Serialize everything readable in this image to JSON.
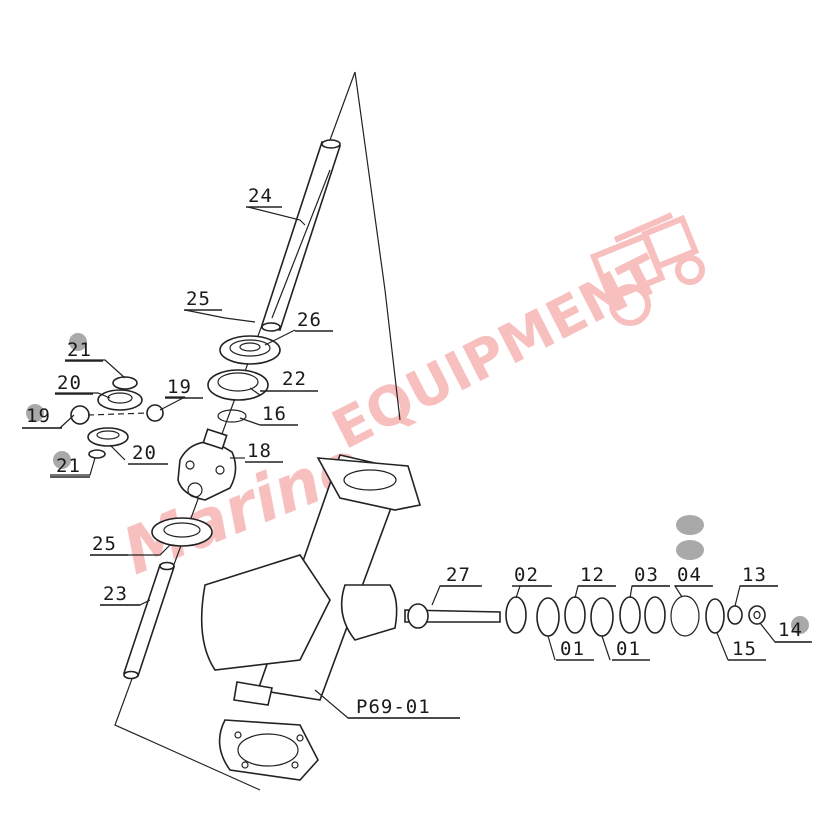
{
  "watermark": {
    "brand_script": "Marino",
    "brand_main": "EQUIPMENT",
    "color": "#f28a8a"
  },
  "callouts": [
    {
      "id": "c24",
      "label": "24"
    },
    {
      "id": "c25a",
      "label": "25"
    },
    {
      "id": "c26",
      "label": "26"
    },
    {
      "id": "c21a",
      "label": "21"
    },
    {
      "id": "c20a",
      "label": "20"
    },
    {
      "id": "c19a",
      "label": "19"
    },
    {
      "id": "c22",
      "label": "22"
    },
    {
      "id": "c19b",
      "label": "19"
    },
    {
      "id": "c16",
      "label": "16"
    },
    {
      "id": "c18",
      "label": "18"
    },
    {
      "id": "c20b",
      "label": "20"
    },
    {
      "id": "c21b",
      "label": "21"
    },
    {
      "id": "c25b",
      "label": "25"
    },
    {
      "id": "c23",
      "label": "23"
    },
    {
      "id": "c27",
      "label": "27"
    },
    {
      "id": "c02",
      "label": "02"
    },
    {
      "id": "c12",
      "label": "12"
    },
    {
      "id": "c03",
      "label": "03"
    },
    {
      "id": "c04",
      "label": "04"
    },
    {
      "id": "c13",
      "label": "13"
    },
    {
      "id": "c14",
      "label": "14"
    },
    {
      "id": "c01a",
      "label": "01"
    },
    {
      "id": "c01b",
      "label": "01"
    },
    {
      "id": "c15",
      "label": "15"
    },
    {
      "id": "cP69",
      "label": "P69-01"
    }
  ]
}
